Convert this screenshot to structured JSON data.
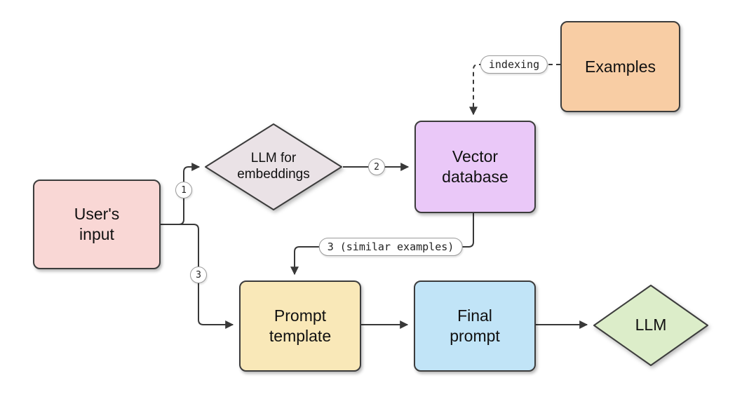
{
  "diagram": {
    "type": "flowchart",
    "background": "#ffffff",
    "nodes": {
      "users_input": {
        "label": "User's\ninput",
        "shape": "rect",
        "fill": "#f9d7d5"
      },
      "llm_embeddings": {
        "label": "LLM for\nembeddings",
        "shape": "diamond",
        "fill": "#eae2e6"
      },
      "vector_database": {
        "label": "Vector\ndatabase",
        "shape": "rect",
        "fill": "#eac8f8"
      },
      "examples": {
        "label": "Examples",
        "shape": "rect",
        "fill": "#f8cda4"
      },
      "prompt_template": {
        "label": "Prompt\ntemplate",
        "shape": "rect",
        "fill": "#f9e8b8"
      },
      "final_prompt": {
        "label": "Final\nprompt",
        "shape": "rect",
        "fill": "#c1e4f7"
      },
      "llm": {
        "label": "LLM",
        "shape": "diamond",
        "fill": "#dcedc9"
      }
    },
    "edges": [
      {
        "from": "users_input",
        "to": "llm_embeddings",
        "label": "1",
        "style": "solid"
      },
      {
        "from": "llm_embeddings",
        "to": "vector_database",
        "label": "2",
        "style": "solid"
      },
      {
        "from": "examples",
        "to": "vector_database",
        "label": "indexing",
        "style": "dashed"
      },
      {
        "from": "vector_database",
        "to": "prompt_template",
        "label": "3 (similar examples)",
        "style": "solid"
      },
      {
        "from": "users_input",
        "to": "prompt_template",
        "label": "3",
        "style": "solid"
      },
      {
        "from": "prompt_template",
        "to": "final_prompt",
        "label": "",
        "style": "solid"
      },
      {
        "from": "final_prompt",
        "to": "llm",
        "label": "",
        "style": "solid"
      }
    ],
    "colors": {
      "edge_stroke": "#383838",
      "node_border": "#3c3c3c",
      "label_border": "#9a9a9a",
      "background": "#ffffff"
    }
  }
}
